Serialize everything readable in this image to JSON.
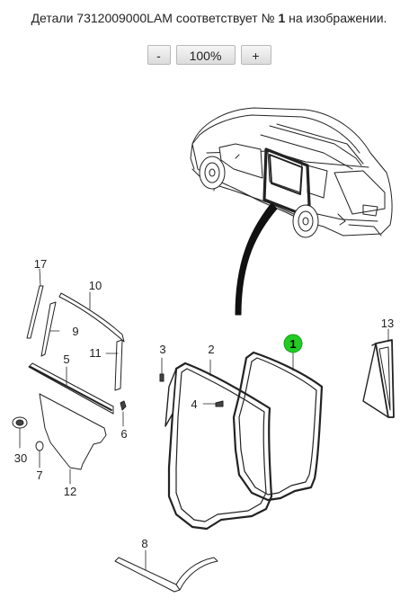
{
  "caption": {
    "prefix": "Детали 7312009000LAM соответствует №",
    "number": "1",
    "suffix": "на изображении."
  },
  "zoom": {
    "minus_label": "-",
    "value": "100%",
    "plus_label": "+"
  },
  "parts": {
    "p1": "1",
    "p2": "2",
    "p3": "3",
    "p4": "4",
    "p5": "5",
    "p6": "6",
    "p7": "7",
    "p8": "8",
    "p9": "9",
    "p10": "10",
    "p11": "11",
    "p12": "12",
    "p13": "13",
    "p17": "17",
    "p30": "30"
  },
  "colors": {
    "highlight": "#22cc22"
  }
}
